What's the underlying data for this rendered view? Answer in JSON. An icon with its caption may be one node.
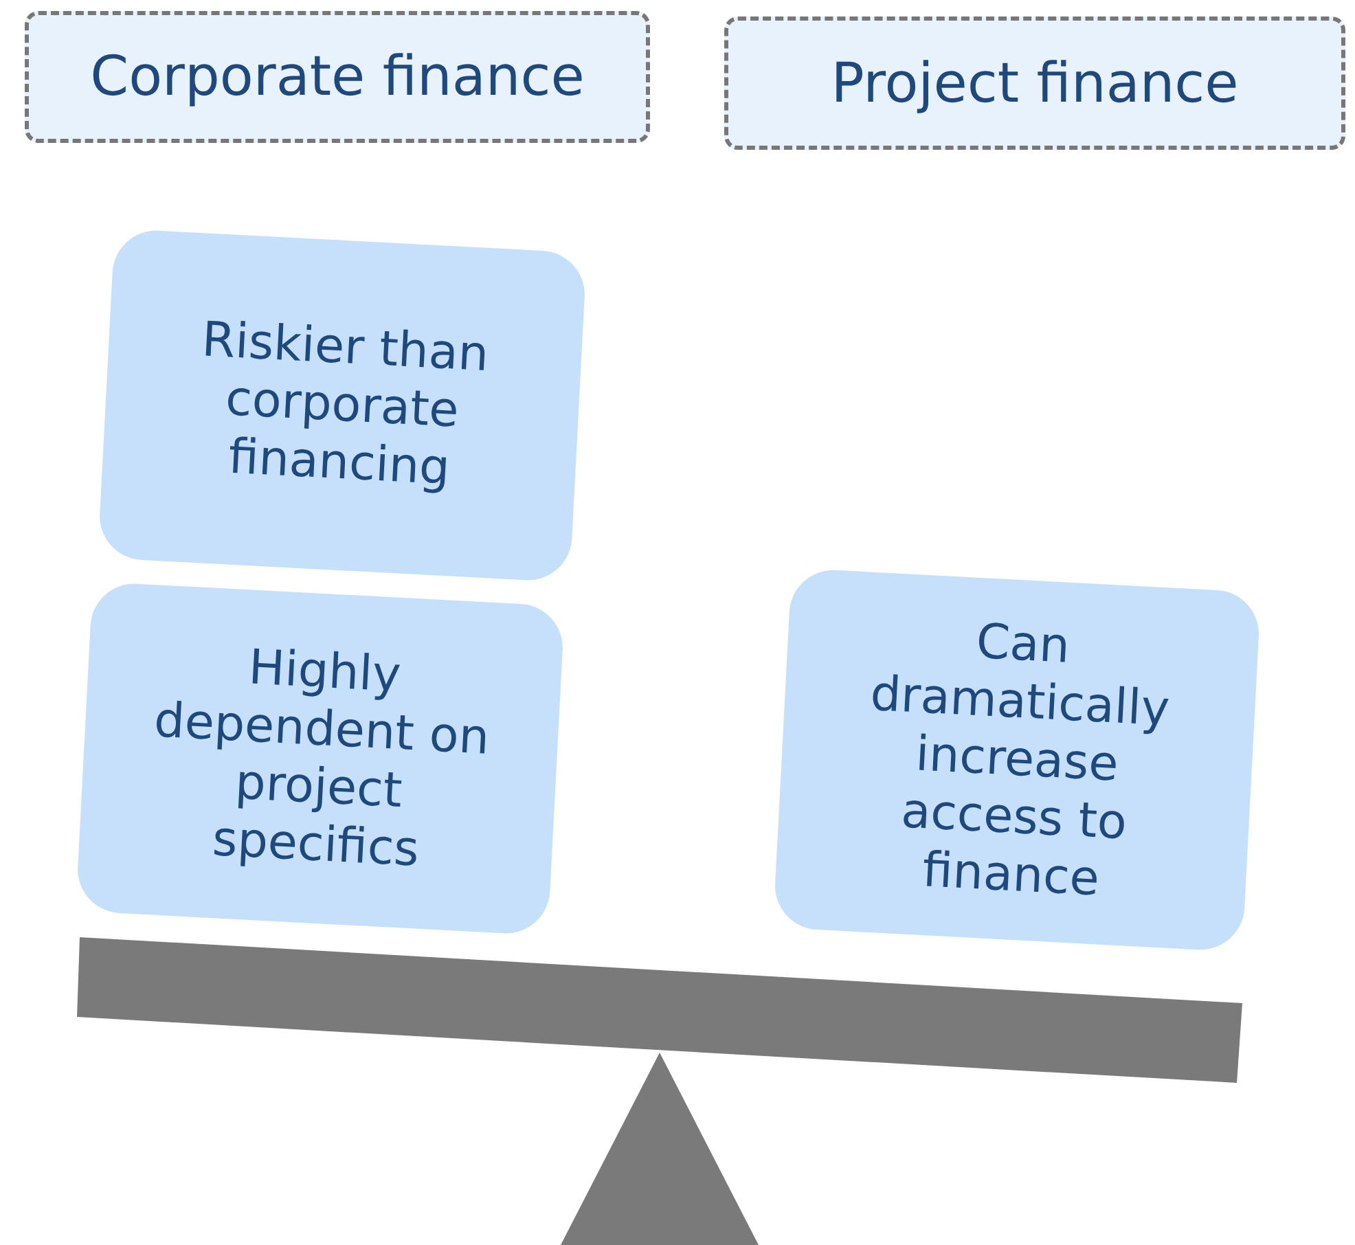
{
  "diagram": {
    "nodes": [
      {
        "text": [
          "Corporate finance"
        ]
      },
      {
        "text": [
          "Project finance"
        ]
      },
      {
        "text": [
          "Riskier than corporate financing"
        ]
      },
      {
        "text": [
          "Highly dependent on project specifics"
        ]
      },
      {
        "text": [
          "Can dramatically increase access to finance"
        ]
      }
    ]
  }
}
